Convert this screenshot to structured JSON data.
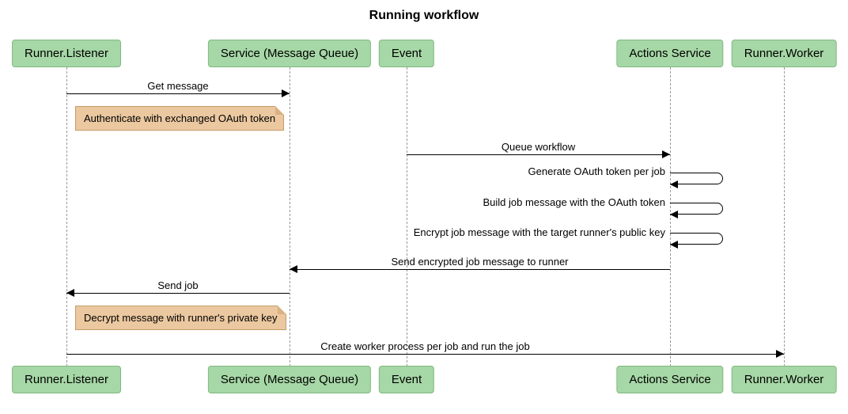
{
  "title": "Running workflow",
  "diagram_type": "sequence",
  "participants": [
    {
      "label": "Runner.Listener"
    },
    {
      "label": "Service (Message Queue)"
    },
    {
      "label": "Event"
    },
    {
      "label": "Actions Service"
    },
    {
      "label": "Runner.Worker"
    }
  ],
  "messages": [
    {
      "label": "Get message",
      "from": "Runner.Listener",
      "to": "Service (Message Queue)",
      "type": "solid-arrow"
    },
    {
      "label": "Queue workflow",
      "from": "Event",
      "to": "Actions Service",
      "type": "solid-arrow"
    },
    {
      "label": "Generate OAuth token per job",
      "from": "Actions Service",
      "to": "Actions Service",
      "type": "self"
    },
    {
      "label": "Build job message with the OAuth token",
      "from": "Actions Service",
      "to": "Actions Service",
      "type": "self"
    },
    {
      "label": "Encrypt job message with the target runner's public key",
      "from": "Actions Service",
      "to": "Actions Service",
      "type": "self"
    },
    {
      "label": "Send encrypted job message to runner",
      "from": "Actions Service",
      "to": "Service (Message Queue)",
      "type": "solid-arrow"
    },
    {
      "label": "Send job",
      "from": "Service (Message Queue)",
      "to": "Runner.Listener",
      "type": "solid-arrow"
    },
    {
      "label": "Create worker process per job and run the job",
      "from": "Runner.Listener",
      "to": "Runner.Worker",
      "type": "solid-arrow"
    }
  ],
  "notes": [
    {
      "text": "Authenticate with exchanged OAuth token",
      "over": "Runner.Listener"
    },
    {
      "text": "Decrypt message with runner's private key",
      "over": "Runner.Listener"
    }
  ],
  "colors": {
    "participant_fill": "#A6D7A6",
    "participant_border": "#81B981",
    "note_fill": "#EBC8A0",
    "note_border": "#C49B68",
    "note_fold": "#D9B183",
    "line": "#000000",
    "lifeline": "#999999"
  }
}
